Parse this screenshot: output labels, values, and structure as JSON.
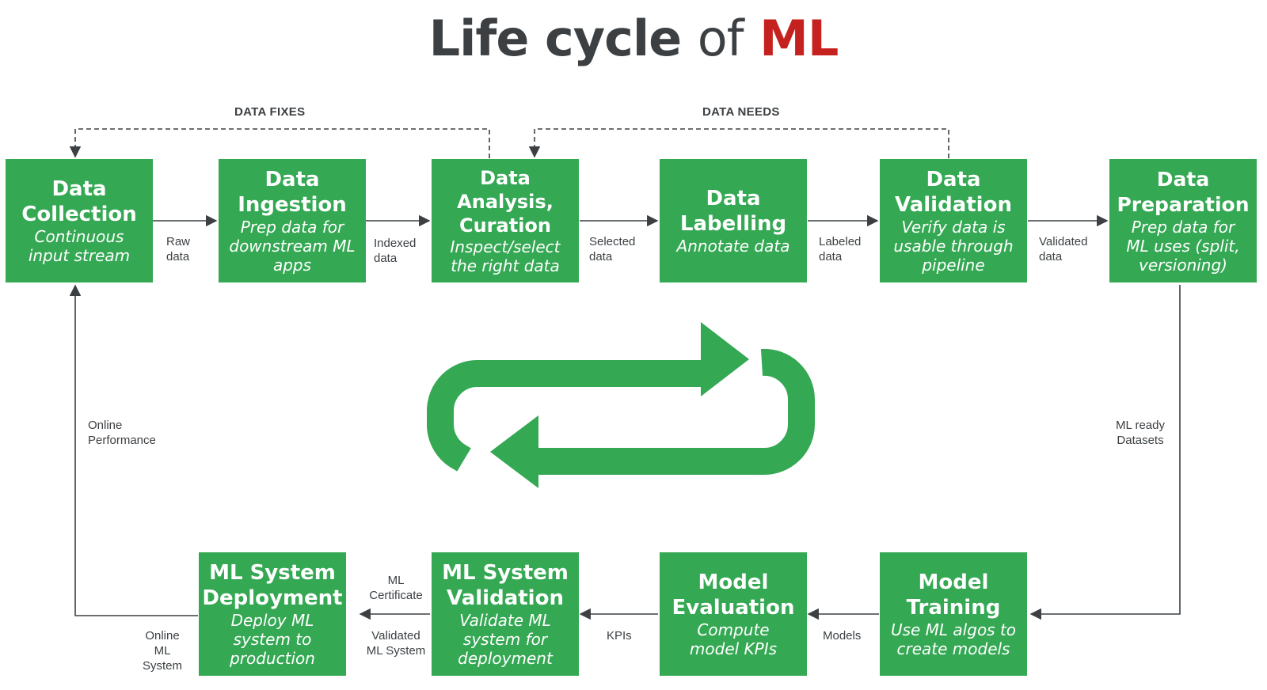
{
  "title": {
    "part1": "Life cycle",
    "part2": "of",
    "part3": "ML"
  },
  "feedback": {
    "data_fixes": "DATA FIXES",
    "data_needs": "DATA NEEDS"
  },
  "stages": [
    {
      "name": "Data\nCollection",
      "desc": "Continuous\ninput stream"
    },
    {
      "name": "Data\nIngestion",
      "desc": "Prep data for\ndownstream ML\napps"
    },
    {
      "name": "Data\nAnalysis,\nCuration",
      "desc": "Inspect/select\nthe right data"
    },
    {
      "name": "Data\nLabelling",
      "desc": "Annotate data"
    },
    {
      "name": "Data\nValidation",
      "desc": "Verify data is\nusable through\npipeline"
    },
    {
      "name": "Data\nPreparation",
      "desc": "Prep data for\nML uses (split,\nversioning)"
    },
    {
      "name": "Model\nTraining",
      "desc": "Use ML algos to\ncreate models"
    },
    {
      "name": "Model\nEvaluation",
      "desc": "Compute\nmodel KPIs"
    },
    {
      "name": "ML System\nValidation",
      "desc": "Validate ML\nsystem for\ndeployment"
    },
    {
      "name": "ML System\nDeployment",
      "desc": "Deploy ML\nsystem to\nproduction"
    }
  ],
  "edge_labels": {
    "raw_data": "Raw\ndata",
    "indexed_data": "Indexed\ndata",
    "selected_data": "Selected\ndata",
    "labeled_data": "Labeled\ndata",
    "validated_data": "Validated\ndata",
    "ml_ready": "ML ready\nDatasets",
    "models": "Models",
    "kpis": "KPIs",
    "ml_certificate": "ML\nCertificate",
    "validated_ml_system": "Validated\nML System",
    "online_ml_system": "Online\nML\nSystem",
    "online_performance": "Online\nPerformance"
  },
  "colors": {
    "green": "#34a853",
    "loop_green": "#34a853",
    "accent_red": "#c5221f",
    "text": "#3c4043"
  },
  "icons": {
    "center": "cycle-arrows-icon"
  }
}
